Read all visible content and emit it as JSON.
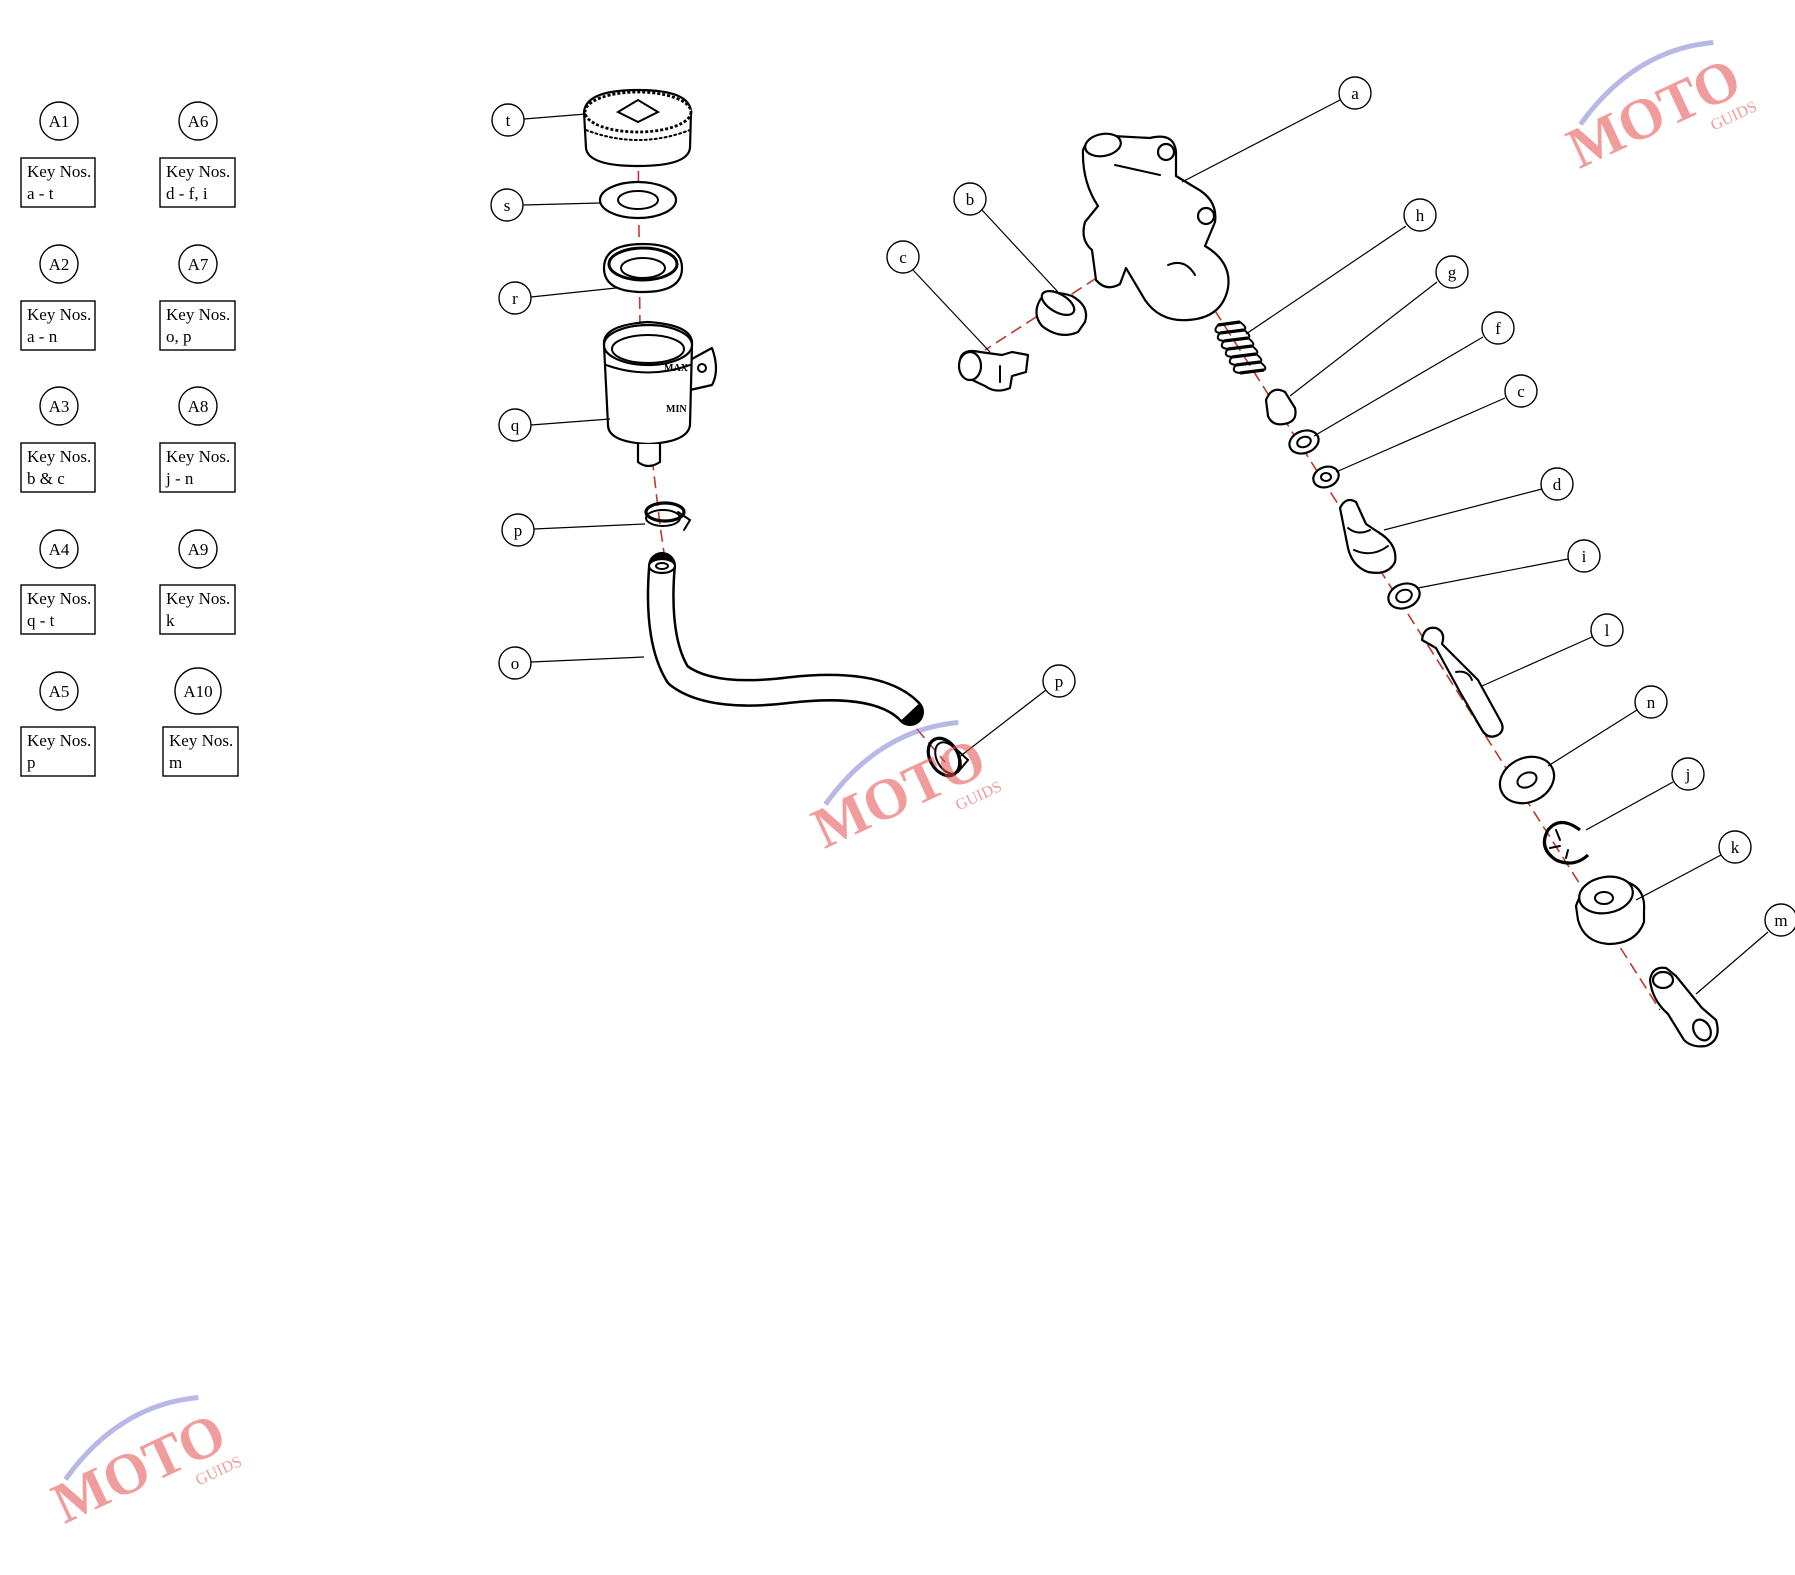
{
  "key_table": [
    {
      "ref": "A1",
      "line1": "Key Nos.",
      "line2": "a - t"
    },
    {
      "ref": "A2",
      "line1": "Key Nos.",
      "line2": "a - n"
    },
    {
      "ref": "A3",
      "line1": "Key Nos.",
      "line2": "b & c"
    },
    {
      "ref": "A4",
      "line1": "Key Nos.",
      "line2": "q - t"
    },
    {
      "ref": "A5",
      "line1": "Key Nos.",
      "line2": "p"
    },
    {
      "ref": "A6",
      "line1": "Key Nos.",
      "line2": "d - f, i"
    },
    {
      "ref": "A7",
      "line1": "Key Nos.",
      "line2": "o, p"
    },
    {
      "ref": "A8",
      "line1": "Key Nos.",
      "line2": "j - n"
    },
    {
      "ref": "A9",
      "line1": "Key Nos.",
      "line2": "k"
    },
    {
      "ref": "A10",
      "line1": "Key Nos.",
      "line2": "m"
    }
  ],
  "callouts": {
    "t": "t",
    "s": "s",
    "r": "r",
    "q": "q",
    "p_left": "p",
    "o": "o",
    "p_right": "p",
    "a": "a",
    "b": "b",
    "c_left": "c",
    "h": "h",
    "g": "g",
    "f": "f",
    "c_right": "c",
    "d": "d",
    "i": "i",
    "l": "l",
    "n": "n",
    "j": "j",
    "k": "k",
    "m": "m"
  },
  "watermark": {
    "brand": "MOTO",
    "sub": "GUIDS",
    "accent_red": "#e74c4c",
    "accent_blue": "#7f7fd5"
  },
  "axis_color": "#c0392b"
}
